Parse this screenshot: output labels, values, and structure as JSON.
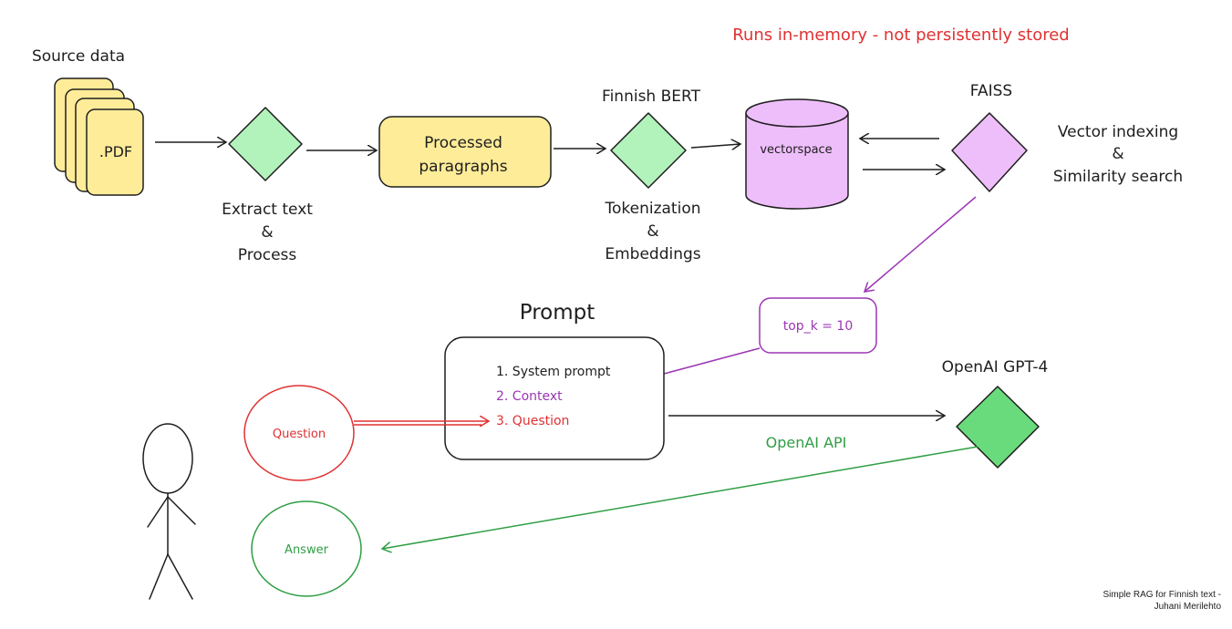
{
  "header_note": "Runs in-memory - not persistently stored",
  "source": {
    "title": "Source data",
    "file_label": ".PDF"
  },
  "extract": {
    "line1": "Extract text",
    "line2": "&",
    "line3": "Process"
  },
  "paragraphs": {
    "line1": "Processed",
    "line2": "paragraphs"
  },
  "bert": {
    "title": "Finnish BERT",
    "line1": "Tokenization",
    "line2": "&",
    "line3": "Embeddings"
  },
  "vectorspace": {
    "label": "vectorspace"
  },
  "faiss": {
    "title": "FAISS",
    "line1": "Vector indexing",
    "line2": "&",
    "line3": "Similarity search"
  },
  "topk": {
    "label": "top_k = 10"
  },
  "prompt": {
    "title": "Prompt",
    "items": [
      "1. System prompt",
      "2. Context",
      "3. Question"
    ]
  },
  "question": {
    "label": "Question"
  },
  "answer": {
    "label": "Answer"
  },
  "gpt": {
    "title": "OpenAI GPT-4"
  },
  "api": {
    "label": "OpenAI API"
  },
  "credit": {
    "line1": "Simple RAG for Finnish text -",
    "line2": "Juhani Merilehto"
  },
  "colors": {
    "yellow_fill": "#ffec99",
    "green_fill": "#b2f2bb",
    "purple_fill": "#eebefa",
    "gpt_fill": "#69db7c",
    "red": "#e03131",
    "purple": "#9c36b5",
    "green": "#2f9e44",
    "stroke": "#1e1e1e"
  }
}
